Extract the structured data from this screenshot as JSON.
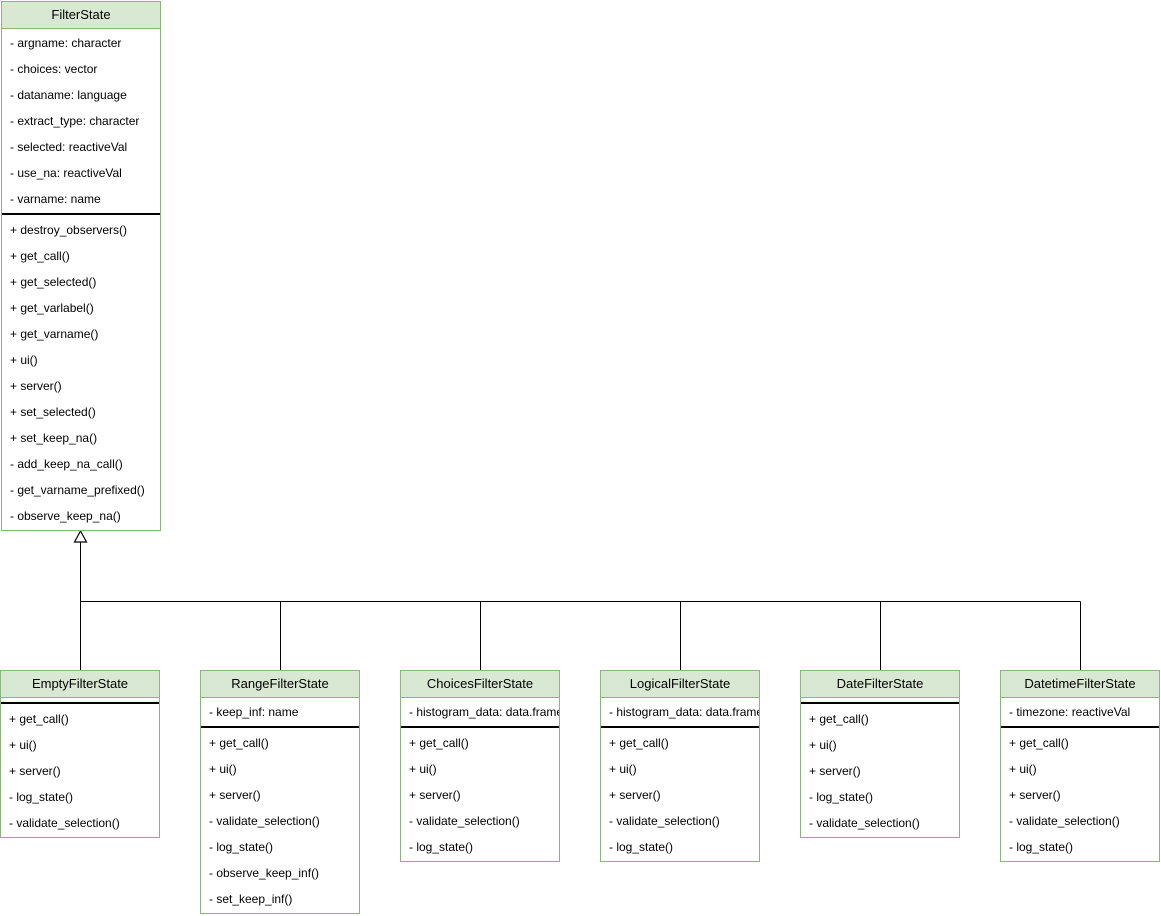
{
  "colors": {
    "header_fill": "#d9e8d3",
    "border": "#8cb47d",
    "body_fill": "#ffffff",
    "separator": "#000000",
    "line": "#000000",
    "text": "#000000"
  },
  "relationship": {
    "type": "inheritance",
    "parent": "FilterState",
    "children": [
      "EmptyFilterState",
      "RangeFilterState",
      "ChoicesFilterState",
      "LogicalFilterState",
      "DateFilterState",
      "DatetimeFilterState"
    ]
  },
  "classes": {
    "filterstate": {
      "name": "FilterState",
      "attributes": [
        "- argname: character",
        "- choices: vector",
        "- dataname: language",
        "- extract_type: character",
        "- selected: reactiveVal",
        "- use_na: reactiveVal",
        "- varname: name"
      ],
      "methods": [
        "+ destroy_observers()",
        "+ get_call()",
        "+ get_selected()",
        "+ get_varlabel()",
        "+ get_varname()",
        "+ ui()",
        "+ server()",
        "+ set_selected()",
        "+ set_keep_na()",
        "- add_keep_na_call()",
        "- get_varname_prefixed()",
        "- observe_keep_na()"
      ]
    },
    "empty": {
      "name": "EmptyFilterState",
      "attributes": [],
      "methods": [
        "+ get_call()",
        "+ ui()",
        "+ server()",
        "- log_state()",
        "- validate_selection()"
      ]
    },
    "range": {
      "name": "RangeFilterState",
      "attributes": [
        "- keep_inf: name"
      ],
      "methods": [
        "+ get_call()",
        "+ ui()",
        "+ server()",
        "- validate_selection()",
        "- log_state()",
        "- observe_keep_inf()",
        "- set_keep_inf()"
      ]
    },
    "choices": {
      "name": "ChoicesFilterState",
      "attributes": [
        "- histogram_data: data.frame"
      ],
      "methods": [
        "+ get_call()",
        "+ ui()",
        "+ server()",
        "- validate_selection()",
        "- log_state()"
      ]
    },
    "logical": {
      "name": "LogicalFilterState",
      "attributes": [
        "- histogram_data: data.frame"
      ],
      "methods": [
        "+ get_call()",
        "+ ui()",
        "+ server()",
        "- validate_selection()",
        "- log_state()"
      ]
    },
    "date": {
      "name": "DateFilterState",
      "attributes": [],
      "methods": [
        "+ get_call()",
        "+ ui()",
        "+ server()",
        "- log_state()",
        "- validate_selection()"
      ]
    },
    "datetime": {
      "name": "DatetimeFilterState",
      "attributes": [
        "- timezone: reactiveVal"
      ],
      "methods": [
        "+ get_call()",
        "+ ui()",
        "+ server()",
        "- validate_selection()",
        "- log_state()"
      ]
    }
  }
}
